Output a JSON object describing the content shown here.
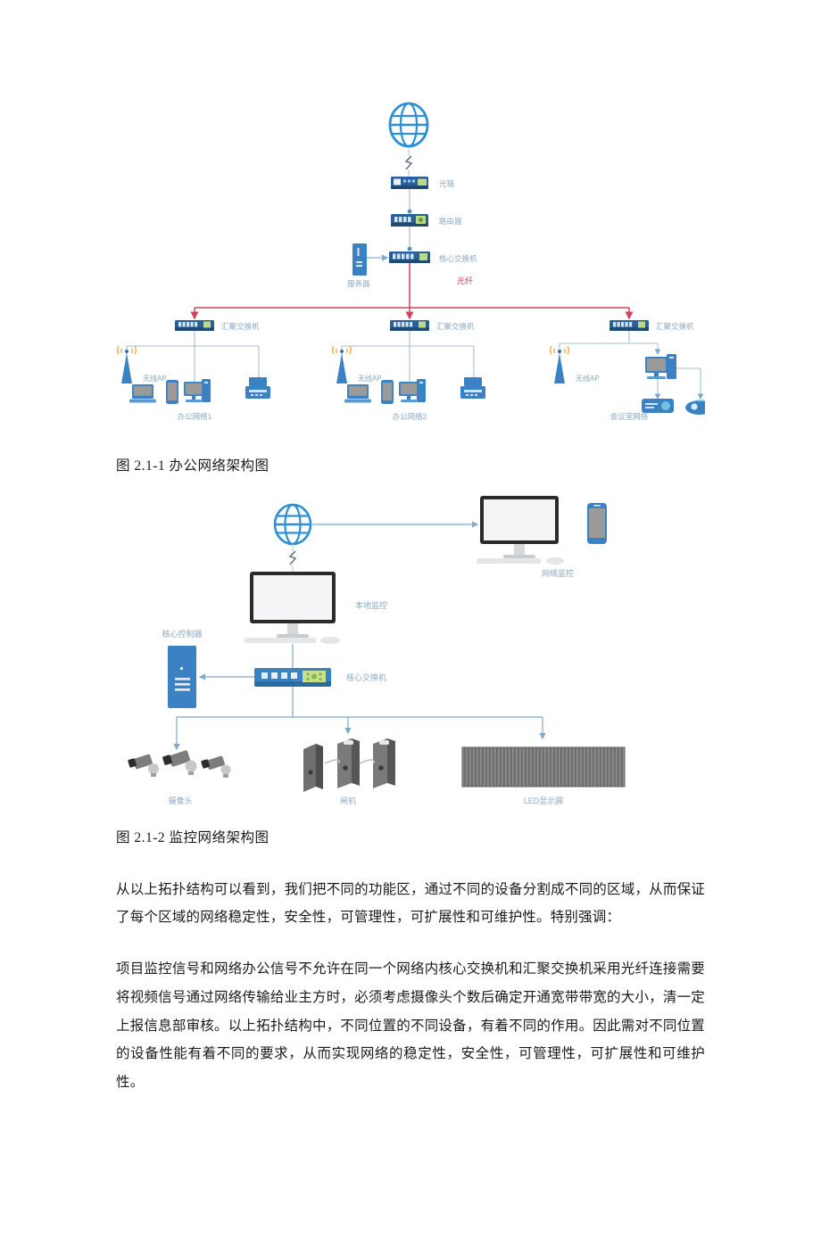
{
  "document": {
    "figures": [
      {
        "id": "fig-office-network",
        "caption": "图 2.1-1  办公网络架构图",
        "nodes": {
          "internet": "",
          "modem": "光猫",
          "router": "路由器",
          "core_switch": "核心交换机",
          "server": "服务器",
          "fiber": "光纤",
          "agg_switch_1": "汇聚交换机",
          "agg_switch_2": "汇聚交换机",
          "agg_switch_3": "汇聚交换机",
          "ap_1": "无线AP",
          "ap_2": "无线AP",
          "ap_3": "无线AP",
          "zone_1": "办公网络1",
          "zone_2": "办公网络2",
          "zone_3": "会议室网络"
        },
        "colors": {
          "device_blue": "#3b82c4",
          "device_dark_blue": "#2a6099",
          "line_blue": "#7fa8c9",
          "fiber_red": "#d0445a",
          "label_blue": "#8aa9c2",
          "panel_green": "#bcd98a",
          "grey_screen": "#9a9a9a"
        }
      },
      {
        "id": "fig-surveillance-network",
        "caption": "图 2.1-2 监控网络架构图",
        "nodes": {
          "internet": "",
          "remote_monitor": "网络监控",
          "local_monitor": "本地监控",
          "core_controller": "核心控制器",
          "core_switch": "核心交换机",
          "cameras": "摄像头",
          "turnstiles": "闸机",
          "led_screen": "LED显示屏"
        },
        "colors": {
          "device_blue": "#3b82c4",
          "line_blue": "#7fa8c9",
          "label_blue": "#8aa9c2",
          "panel_green": "#bcd98a",
          "grey_device": "#8d8d8d",
          "monitor_frame": "#2b2b2b"
        }
      }
    ],
    "paragraphs": [
      "从以上拓扑结构可以看到，我们把不同的功能区，通过不同的设备分割成不同的区域，从而保证了每个区域的网络稳定性，安全性，可管理性，可扩展性和可维护性。特别强调：",
      "项目监控信号和网络办公信号不允许在同一个网络内核心交换机和汇聚交换机采用光纤连接需要将视频信号通过网络传输给业主方时，必须考虑摄像头个数后确定开通宽带带宽的大小，清一定上报信息部审核。以上拓扑结构中，不同位置的不同设备，有着不同的作用。因此需对不同位置的设备性能有着不同的要求，从而实现网络的稳定性，安全性，可管理性，可扩展性和可维护性。"
    ]
  }
}
